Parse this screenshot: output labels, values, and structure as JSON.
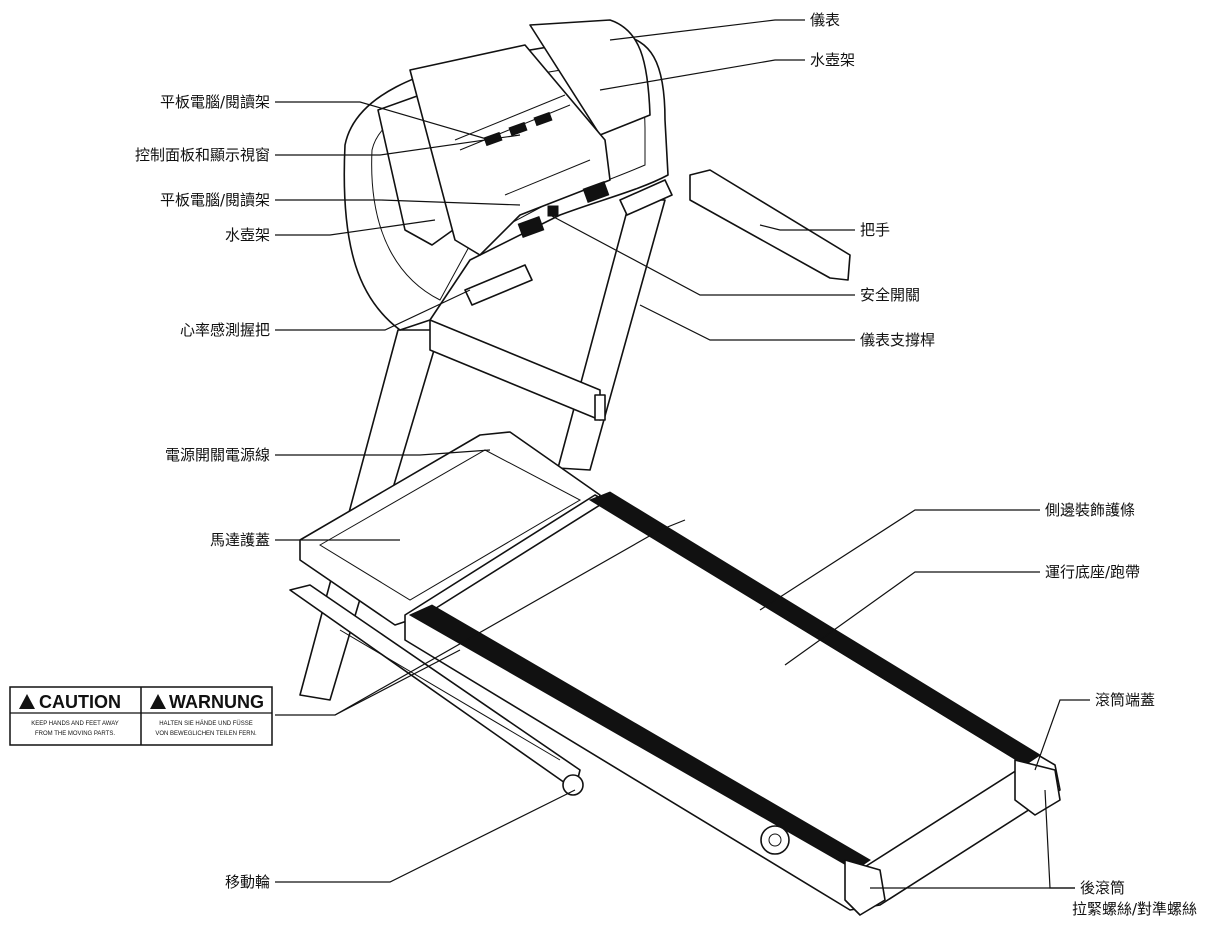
{
  "labels": {
    "console": "儀表",
    "bottle_holder_right": "水壺架",
    "tablet_holder_top": "平板電腦/閱讀架",
    "control_panel": "控制面板和顯示視窗",
    "tablet_holder_bottom": "平板電腦/閱讀架",
    "bottle_holder_left": "水壺架",
    "handlebar": "把手",
    "safety_key": "安全開關",
    "heart_rate_grip": "心率感測握把",
    "console_upright": "儀表支撐桿",
    "power_switch_cord": "電源開關電源線",
    "motor_hood": "馬達護蓋",
    "side_rail": "側邊裝飾護條",
    "deck_belt": "運行底座/跑帶",
    "roller_end_cap": "滾筒端蓋",
    "rear_roller": "後滾筒",
    "tension_bolts": "拉緊螺絲/對準螺絲",
    "transport_wheel": "移動輪"
  },
  "warning_sign": {
    "caution_title": "CAUTION",
    "caution_text_1": "KEEP HANDS AND FEET AWAY",
    "caution_text_2": "FROM THE MOVING PARTS.",
    "warnung_title": "WARNUNG",
    "warnung_text_1": "HALTEN SIE HÄNDE UND FÜSSE",
    "warnung_text_2": "VON BEWEGLICHEN TEILEN FERN."
  }
}
